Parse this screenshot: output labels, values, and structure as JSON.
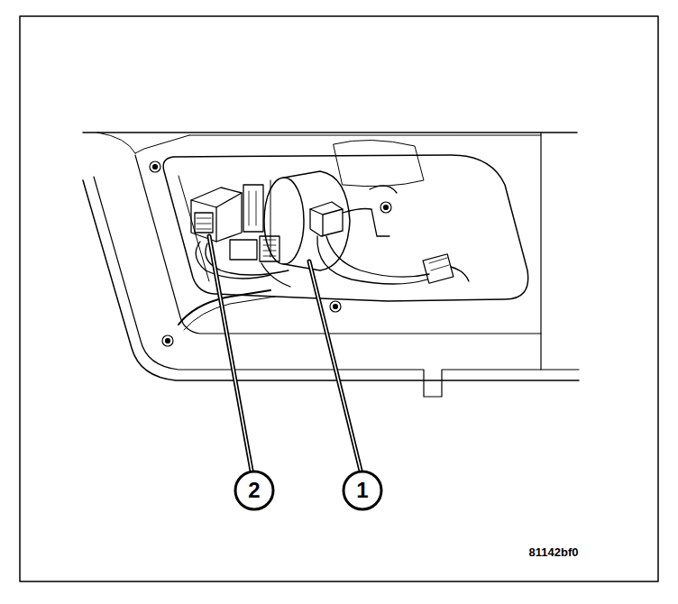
{
  "diagram": {
    "labels": [
      "2",
      "1",
      "81142bf0"
    ]
  }
}
